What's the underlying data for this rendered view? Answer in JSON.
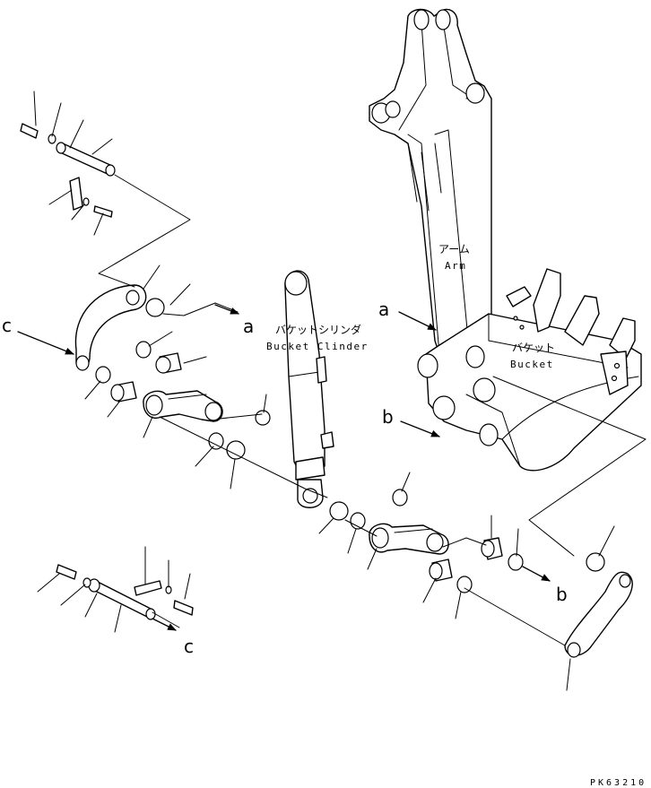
{
  "labels": {
    "arm_jp": "アーム",
    "arm_en": "Arm",
    "bucket_cyl_jp": "バケットシリンダ",
    "bucket_cyl_en": "Bucket Clinder",
    "bucket_jp": "バケット",
    "bucket_en": "Bucket"
  },
  "refs": {
    "a1": "a",
    "a2": "a",
    "b1": "b",
    "b2": "b",
    "c1": "c",
    "c2": "c"
  },
  "drawing_code": "PK63210"
}
